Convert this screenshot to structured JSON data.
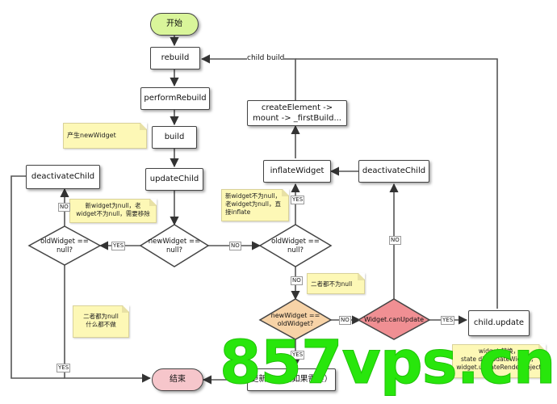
{
  "nodes": {
    "start": "开始",
    "rebuild": "rebuild",
    "perform_rebuild": "performRebuild",
    "build": "build",
    "update_child": "updateChild",
    "deactivate_child_left": "deactivateChild",
    "create_element_line1": "createElement ->",
    "create_element_line2": "mount -> _firstBuild...",
    "inflate_widget": "inflateWidget",
    "deactivate_child_right": "deactivateChild",
    "child_update": "child.update",
    "update_slot": "更新 slot（如果需要）",
    "end": "结束"
  },
  "decisions": {
    "old_widget_left_line1": "oldWidget ==",
    "old_widget_left_line2": "null?",
    "new_widget_center_line1": "newWidget ==",
    "new_widget_center_line2": "null?",
    "old_widget_right_line1": "oldWidget ==",
    "old_widget_right_line2": "null?",
    "new_widget_old_line1": "newWidget ==",
    "new_widget_old_line2": "oldWidget?",
    "can_update": "Widget.canUpdate"
  },
  "notes": {
    "produce_new_widget": "产生newWidget",
    "new_null_line1": "新widget为null，老",
    "new_null_line2": "widget不为null，需要移除",
    "new_not_null_line1": "新widget不为null，",
    "new_not_null_line2": "老widget为null，直",
    "new_not_null_line3": "接inflate",
    "both_not_null": "二者都不为null",
    "both_null_line1": "二者都为null",
    "both_null_line2": "什么都不做",
    "replace_line1": "widget 替换，",
    "replace_line2": "state didUpdateWidget，",
    "replace_line3": "widget.updateRenderObject"
  },
  "edge_labels": {
    "child_build": "child build",
    "no_left": "NO",
    "yes_left_mid": "YES",
    "no_center": "NO",
    "yes_bottom_left": "YES",
    "yes_inflate": "YES",
    "no_right_down": "NO",
    "yes_new_eq_old": "YES",
    "no_new_eq_old": "NO",
    "yes_can_update": "YES",
    "no_can_update": "NO"
  },
  "watermark": "857vps.cn",
  "colors": {
    "start_fill": "#d9f59a",
    "end_fill": "#f6c6cb",
    "new_eq_old_fill": "#f7d3a7",
    "can_update_fill": "#f08f93",
    "note_fill": "#fdf8b6",
    "watermark": "#28e60c"
  }
}
